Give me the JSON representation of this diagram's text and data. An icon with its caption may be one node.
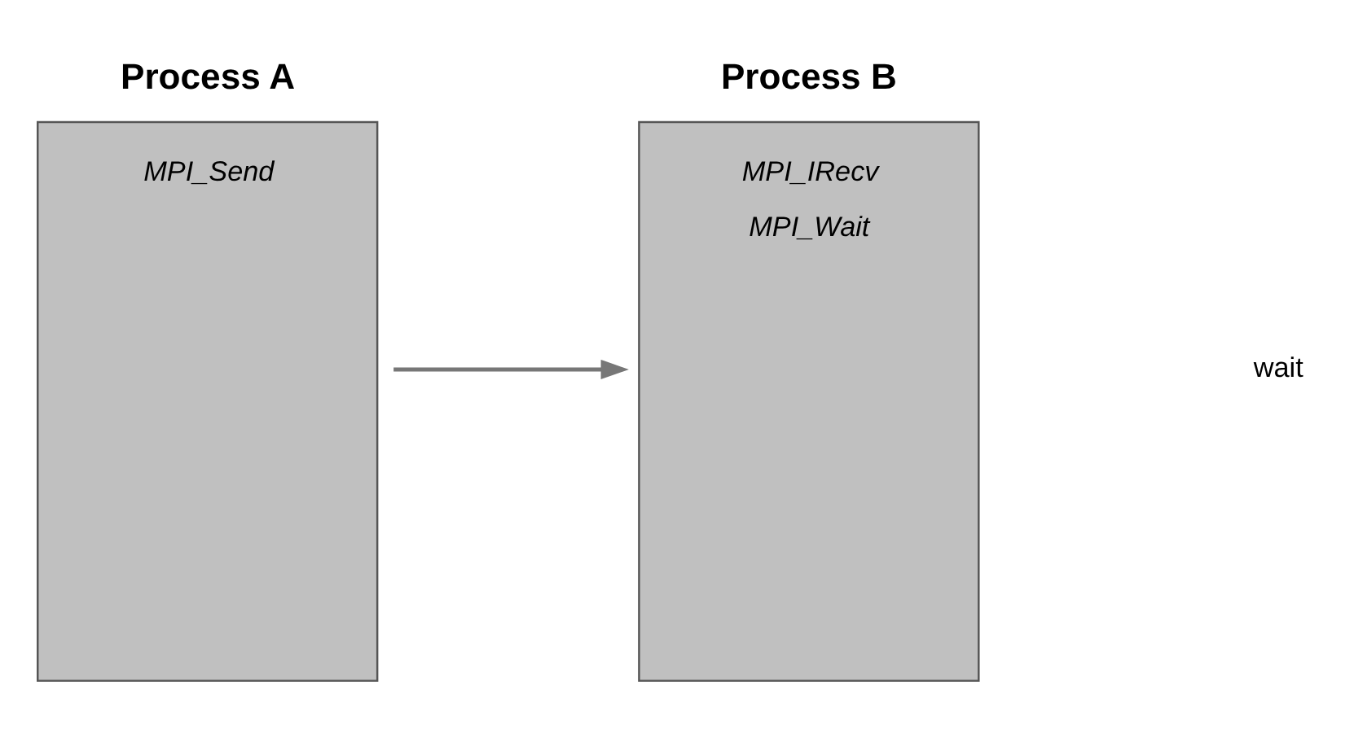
{
  "diagram": {
    "nodes": [
      {
        "text": [
          "Process A",
          "MPI_Send"
        ]
      },
      {
        "text": [
          "Process B",
          "MPI_IRecv",
          "MPI_Wait"
        ]
      }
    ],
    "edges": [
      {
        "from": 0,
        "to": 1,
        "arrow": "to"
      }
    ],
    "labels": [
      "wait"
    ]
  }
}
